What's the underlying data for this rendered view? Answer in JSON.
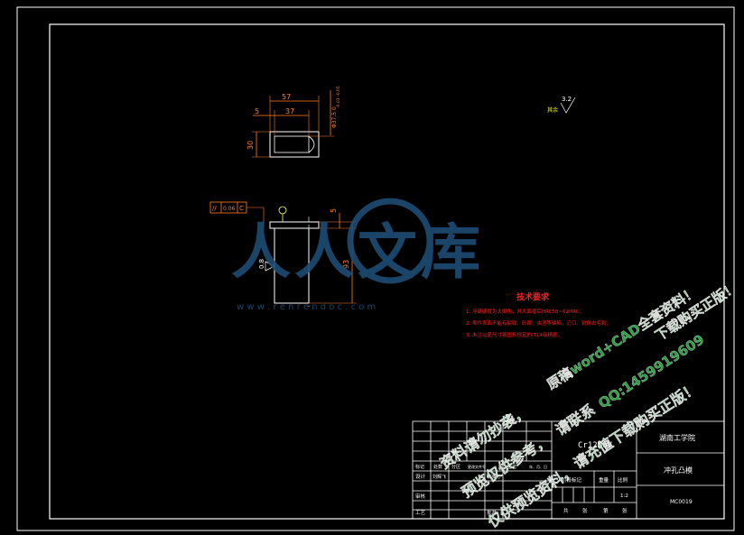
{
  "drawing": {
    "colors": {
      "background": "#000000",
      "frame": "#ffffff",
      "dimension": "#ff7f27",
      "tech_text": "#ff2020",
      "accent": "#ffff00",
      "watermark_logo": "#1e4d74",
      "watermark_text": "#2fb54a",
      "symbol": "#ffff66"
    },
    "top_view": {
      "dims": {
        "d57": "57",
        "d5": "5",
        "d37": "37",
        "d30": "30",
        "d_tol": "-0.03\n-0.05",
        "d_side": "Φ37.5 0"
      }
    },
    "front_view": {
      "tolerance_frame": {
        "symbol": "//",
        "value": "0.06",
        "datum": "C"
      },
      "dims": {
        "d5": "5",
        "d93": "93",
        "d_ra": "0.8"
      }
    },
    "roughness": {
      "note": "其余",
      "value": "3.2"
    },
    "tech_requirements": {
      "title": "技术要求",
      "lines": [
        "1. 淬硬硬度为大倒角，并大面磨后HRC58~62HRC；",
        "2. 零件表面不能有裂纹、砂眼、夹渣等缺陷，刃口、锐角去毛刺；",
        "3. 未注公差尺寸按国标规定的IT14级精度。"
      ]
    },
    "title_block": {
      "material": "Cr12MoV",
      "school": "湖南工学院",
      "part_name": "冲孔凸模",
      "drawing_no": "MC0019",
      "scale_label": "比例",
      "scale": "1:2",
      "weight_label": "重量",
      "stage_label": "阶段标记",
      "sheet_row": [
        "共",
        "张",
        "第",
        "张"
      ],
      "row_labels": [
        "标记",
        "处数",
        "分区",
        "更改文件号",
        "签名",
        "年、月、日"
      ],
      "left_labels": [
        "设计",
        "审核",
        "工艺"
      ],
      "left_values": [
        "刘辉飞",
        "",
        ""
      ],
      "std_label": "标准化",
      "approve_label": "批准"
    },
    "watermark": {
      "logo": "人人文库",
      "url": "w w w . r e n r e n d o c . c o m",
      "lines": [
        "原稿word+CAD全套资料！",
        "QQ:1459919609",
        "下载购买正版！"
      ],
      "lines_overlap": [
        "资料请勿抄袭，",
        "请联系",
        "请充值下载购买正版！"
      ],
      "lines_overlap2": [
        "预览仅供参考，",
        "仅供预览资料，"
      ]
    }
  }
}
